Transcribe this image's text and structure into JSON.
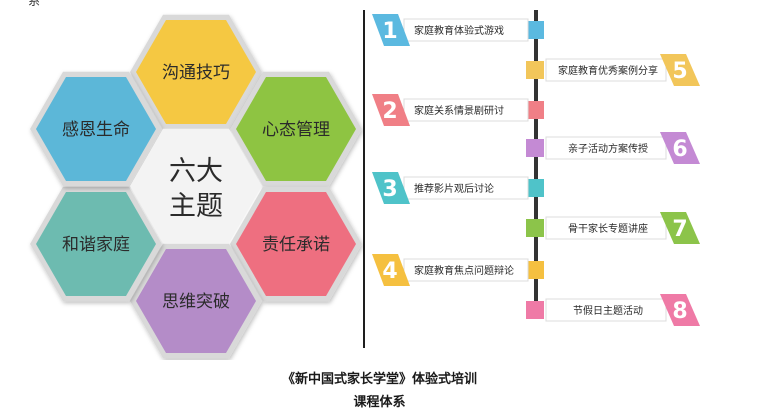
{
  "top_fragment": "系",
  "center": {
    "line1": "六大",
    "line2": "主题"
  },
  "hexagons": [
    {
      "label": "沟通技巧",
      "color": "#f5c842"
    },
    {
      "label": "心态管理",
      "color": "#8ec442"
    },
    {
      "label": "责任承诺",
      "color": "#ee6f80"
    },
    {
      "label": "思维突破",
      "color": "#b48cc8"
    },
    {
      "label": "和谐家庭",
      "color": "#6dbbb0"
    },
    {
      "label": "感恩生命",
      "color": "#5cb7d8"
    }
  ],
  "center_color": "#f3f3f3",
  "timeline": [
    {
      "num": "1",
      "label": "家庭教育体验式游戏",
      "side": "left",
      "color": "#5bb9e0"
    },
    {
      "num": "5",
      "label": "家庭教育优秀案例分享",
      "side": "right",
      "color": "#f2c65a"
    },
    {
      "num": "2",
      "label": "家庭关系情景剧研讨",
      "side": "left",
      "color": "#f07f86"
    },
    {
      "num": "6",
      "label": "亲子活动方案传授",
      "side": "right",
      "color": "#c48ad4"
    },
    {
      "num": "3",
      "label": "推荐影片观后讨论",
      "side": "left",
      "color": "#4fc3c9"
    },
    {
      "num": "7",
      "label": "骨干家长专题讲座",
      "side": "right",
      "color": "#8cc44a"
    },
    {
      "num": "4",
      "label": "家庭教育焦点问题辩论",
      "side": "left",
      "color": "#f5c040"
    },
    {
      "num": "8",
      "label": "节假日主题活动",
      "side": "right",
      "color": "#ef7aa6"
    }
  ],
  "caption": {
    "line1": "《新中国式家长学堂》体验式培训",
    "line2": "课程体系"
  }
}
